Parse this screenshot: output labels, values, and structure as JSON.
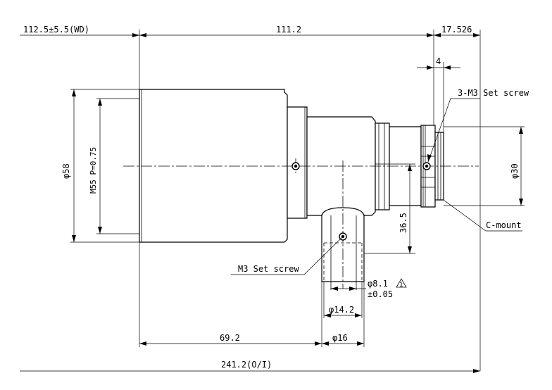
{
  "dimensions": {
    "wd": "112.5±5.5(WD)",
    "body_length": "111.2",
    "mount_flange": "17.526",
    "mount_width": "4",
    "front_length": "69.2",
    "total_length": "241.2(O/I)",
    "port_height": "36.5",
    "front_diameter": "φ58",
    "front_thread": "M55 P=0.75",
    "mount_diameter": "φ30",
    "port_outer_diameter": "φ16",
    "port_mid_diameter": "φ14.2",
    "port_inner_diameter": "φ8.1",
    "port_inner_tolerance": "±0.05",
    "warning_mark": "1"
  },
  "callouts": {
    "set_screw_top": "3-M3 Set screw",
    "set_screw_port": "M3 Set screw",
    "c_mount": "C-mount"
  }
}
